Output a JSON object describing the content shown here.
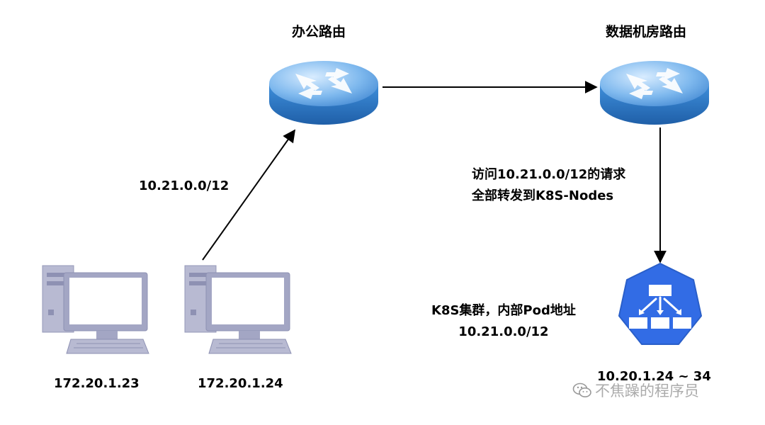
{
  "routers": {
    "office": {
      "label": "办公路由"
    },
    "datacenter": {
      "label": "数据机房路由"
    }
  },
  "route_label_left": "10.21.0.0/12",
  "datacenter_note": {
    "line1": "访问10.21.0.0/12的请求",
    "line2": "全部转发到K8S-Nodes"
  },
  "k8s_cluster": {
    "line1": "K8S集群，内部Pod地址",
    "line2": "10.21.0.0/12",
    "ip_range": "10.20.1.24 ~ 34"
  },
  "computers": [
    {
      "ip": "172.20.1.23"
    },
    {
      "ip": "172.20.1.24"
    }
  ],
  "watermark": "不焦躁的程序员",
  "colors": {
    "router_blue": "#3d8fd6",
    "k8s_blue": "#326ce5",
    "pc_gray": "#a3a6c4",
    "pc_light": "#e3e4ee"
  }
}
